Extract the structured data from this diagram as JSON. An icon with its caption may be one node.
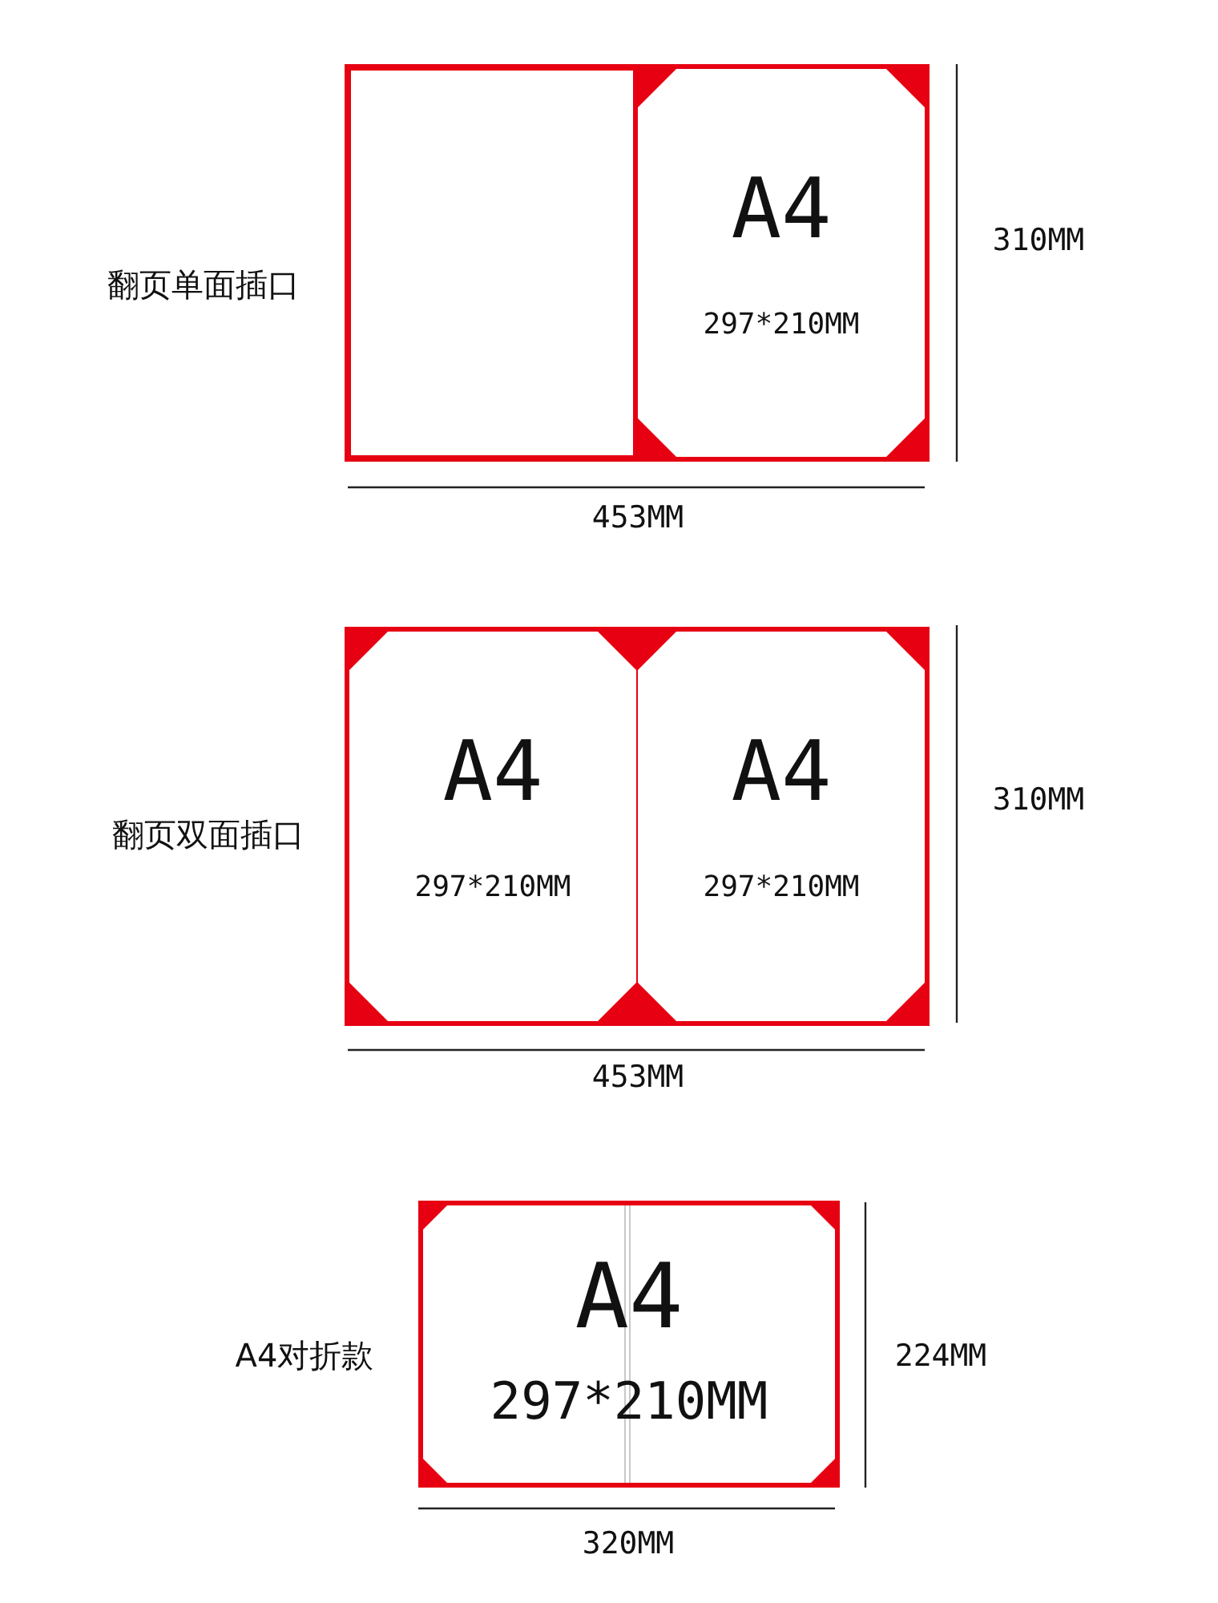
{
  "diagram": {
    "nodes": [
      {
        "text": [],
        "shape": "box"
      },
      {
        "text": [],
        "shape": "box",
        "in": 0
      },
      {
        "text": [
          "A4",
          "297*210MM"
        ],
        "in": 0
      },
      {
        "text": [],
        "shape": "box"
      },
      {
        "text": [
          "A4",
          "297*210MM"
        ],
        "in": 3
      },
      {
        "text": [
          "A4",
          "297*210MM"
        ],
        "in": 3
      },
      {
        "text": [
          "A4",
          "297*210MM"
        ]
      }
    ],
    "labels": [
      "310MM",
      "翻页单面插口",
      "453MM",
      "310MM",
      "翻页双面插口",
      "453MM",
      "A4对折款",
      "224MM",
      "320MM"
    ]
  }
}
